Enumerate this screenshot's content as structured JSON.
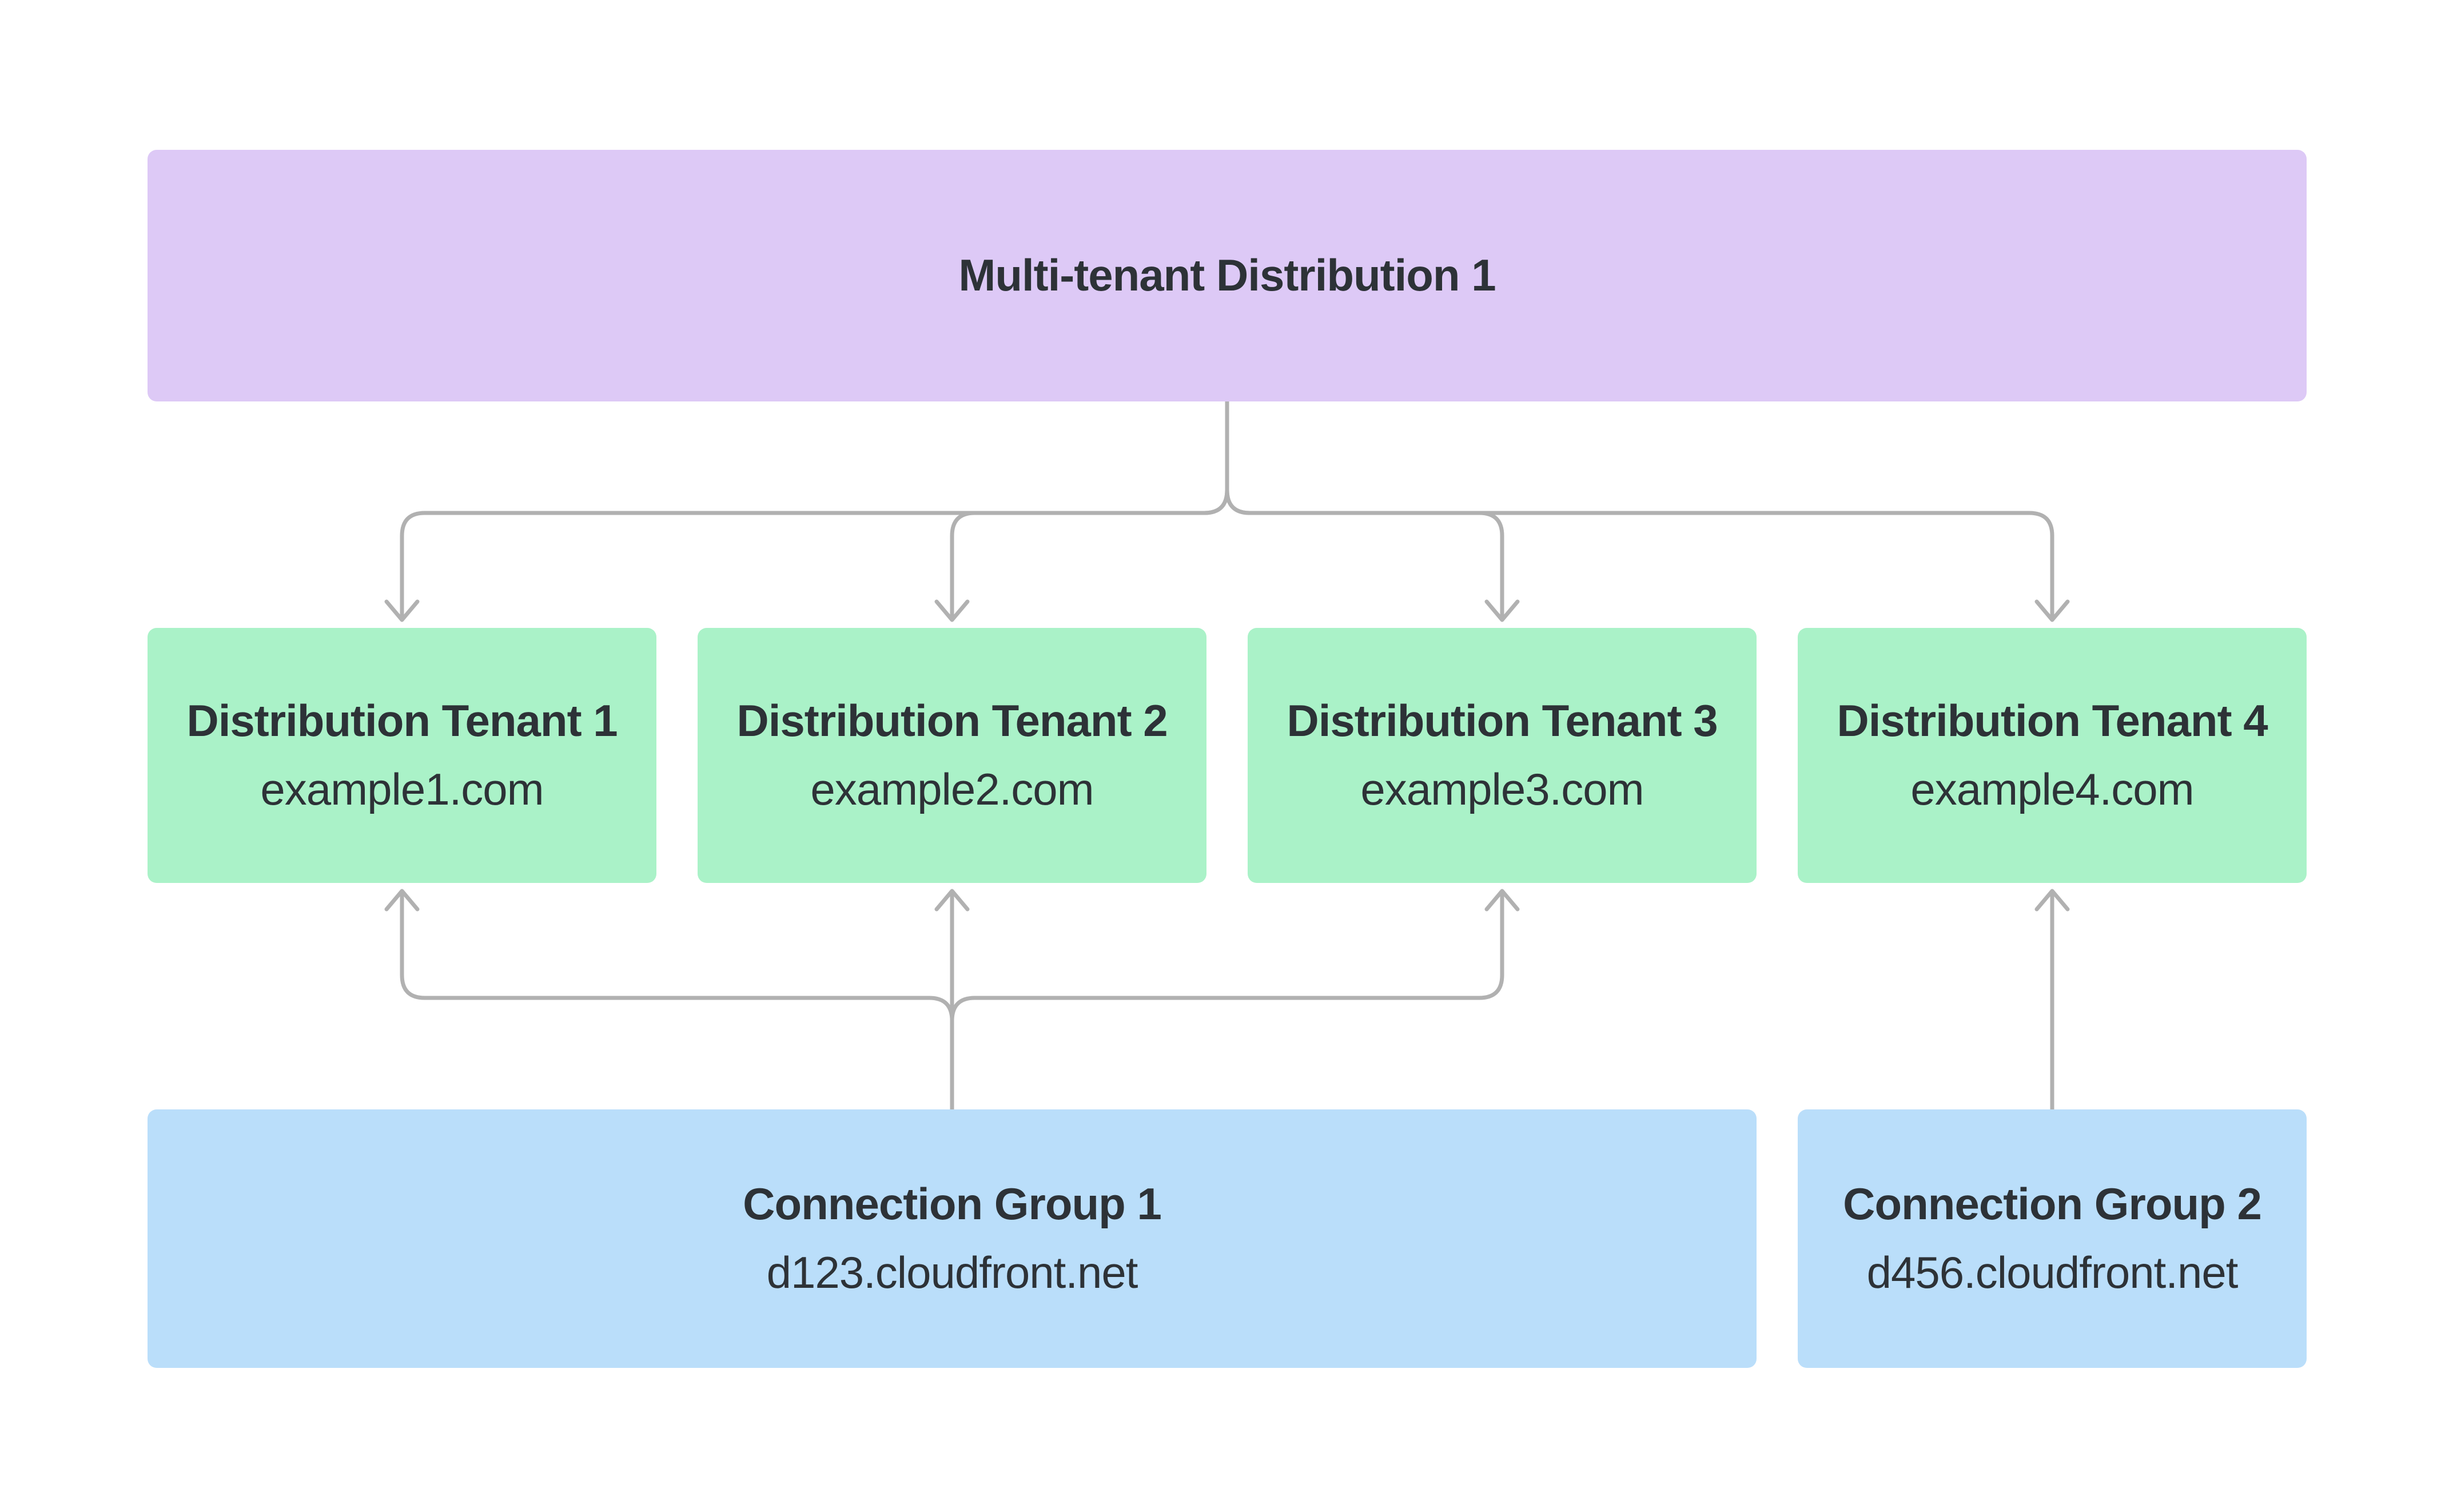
{
  "colors": {
    "background": "#ffffff",
    "distribution": "#ddc9f6",
    "tenant": "#aaf2c8",
    "connection_group": "#badefa",
    "connector": "#b1b1b1",
    "text": "#2d3237"
  },
  "distribution": {
    "title": "Multi-tenant Distribution 1"
  },
  "tenants": [
    {
      "title": "Distribution Tenant 1",
      "domain": "example1.com"
    },
    {
      "title": "Distribution Tenant 2",
      "domain": "example2.com"
    },
    {
      "title": "Distribution Tenant 3",
      "domain": "example3.com"
    },
    {
      "title": "Distribution Tenant 4",
      "domain": "example4.com"
    }
  ],
  "connection_groups": [
    {
      "title": "Connection Group 1",
      "domain": "d123.cloudfront.net"
    },
    {
      "title": "Connection Group 2",
      "domain": "d456.cloudfront.net"
    }
  ]
}
